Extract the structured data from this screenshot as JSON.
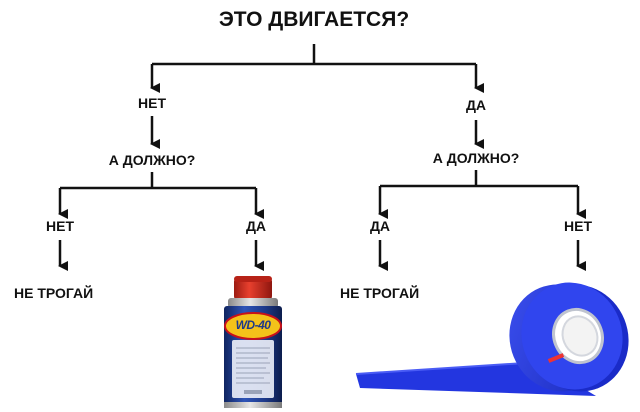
{
  "diagram": {
    "question": "ЭТО ДВИГАЕТСЯ?",
    "left": {
      "answer": "НЕТ",
      "question": "А ДОЛЖНО?",
      "left": {
        "answer": "НЕТ",
        "result": "НЕ ТРОГАЙ"
      },
      "right": {
        "answer": "ДА",
        "result_image": "wd40-spray-can",
        "can_text": "WD-40"
      }
    },
    "right": {
      "answer": "ДА",
      "question": "А ДОЛЖНО?",
      "left": {
        "answer": "ДА",
        "result": "НЕ ТРОГАЙ"
      },
      "right": {
        "answer": "НЕТ",
        "result_image": "blue-duct-tape-roll"
      }
    }
  },
  "colors": {
    "line": "#111111",
    "can_blue": "#1e3a8a",
    "can_yellow": "#f4c21a",
    "can_red": "#d42b1e",
    "tape_blue": "#2336e0"
  }
}
